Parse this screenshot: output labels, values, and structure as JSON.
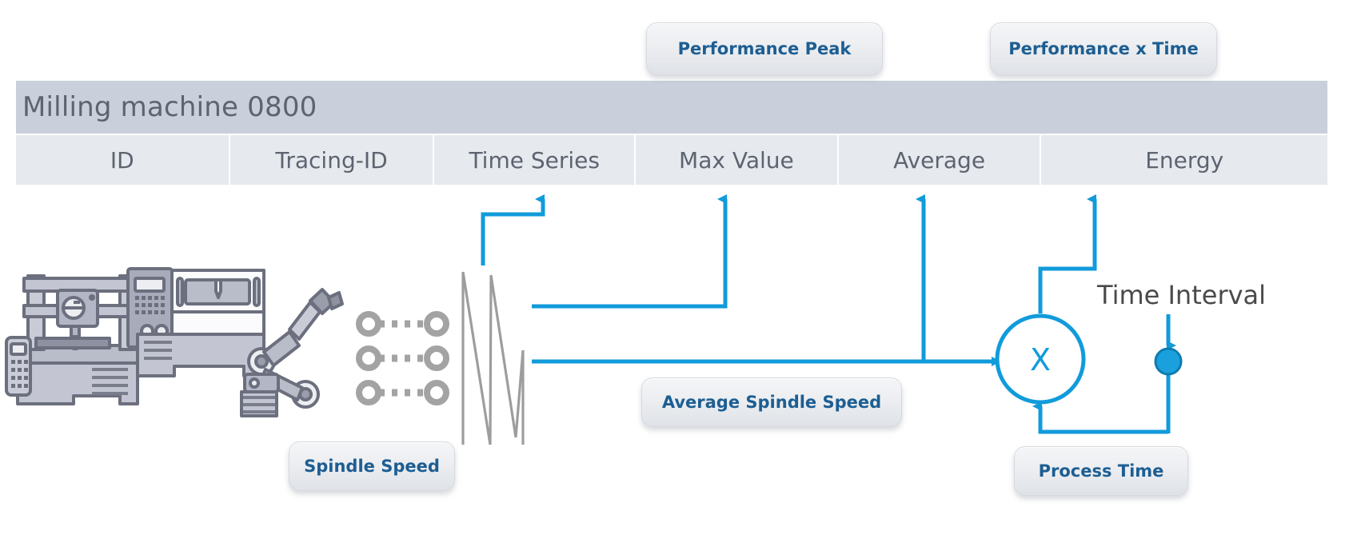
{
  "table": {
    "title": "Milling machine 0800",
    "columns": [
      "ID",
      "Tracing-ID",
      "Time Series",
      "Max Value",
      "Average",
      "Energy"
    ]
  },
  "pills": {
    "performance_peak": "Performance Peak",
    "performance_x_time": "Performance x Time",
    "average_spindle_speed": "Average Spindle Speed",
    "spindle_speed": "Spindle Speed",
    "process_time": "Process Time"
  },
  "labels": {
    "time_interval": "Time Interval",
    "multiply_node": "X"
  },
  "colors": {
    "accent_blue": "#119bdb",
    "pill_text": "#1d5e92",
    "table_title_bg": "#c9cfdb",
    "table_header_bg": "#e6e9ee",
    "table_text": "#5d6470",
    "machine_gray": "#9a9daa",
    "waveform_gray": "#9d9d9d"
  },
  "diagram": {
    "signal_name": "spindle-speed-waveform",
    "connector_rows": 3,
    "flows": [
      {
        "from": "waveform",
        "to": "Time Series"
      },
      {
        "from": "waveform",
        "to": "Max Value"
      },
      {
        "from": "waveform",
        "to": "Average"
      },
      {
        "from": "multiply-node",
        "to": "Energy"
      },
      {
        "from": "time-interval",
        "to": "multiply-node"
      },
      {
        "from": "process-time",
        "to": "multiply-node"
      }
    ]
  }
}
